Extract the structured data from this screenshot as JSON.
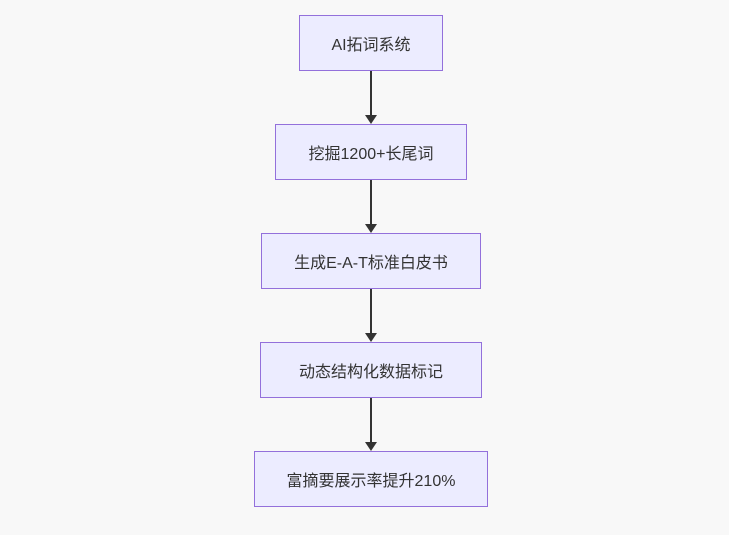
{
  "diagram": {
    "type": "flowchart-top-down",
    "steps": [
      {
        "label": "AI拓词系统"
      },
      {
        "label": "挖掘1200+长尾词"
      },
      {
        "label": "生成E-A-T标准白皮书"
      },
      {
        "label": "动态结构化数据标记"
      },
      {
        "label": "富摘要展示率提升210%"
      }
    ],
    "colors": {
      "node_fill": "#ECECFF",
      "node_border": "#9370DB",
      "arrow": "#333333",
      "text": "#333333",
      "background": "#f8f8f8"
    }
  }
}
